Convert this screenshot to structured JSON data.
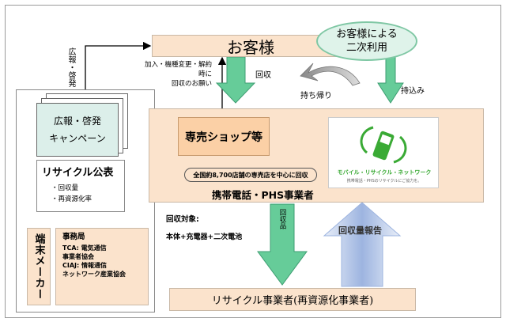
{
  "customer": {
    "title": "お客様"
  },
  "secondary_use": {
    "line1": "お客様による",
    "line2": "二次利用"
  },
  "left_vertical_label": "広報・啓発",
  "request_note": {
    "line1": "加入・機種変更・解約時に",
    "line2": "回収のお願い"
  },
  "collect_label": "回収",
  "take_home_label": "持ち帰り",
  "bring_in_label": "持込み",
  "campaign": {
    "line1": "広報・啓発",
    "line2": "キャンペーン"
  },
  "recycle_public": {
    "title": "リサイクル公表",
    "item1": "・回収量",
    "item2": "・再資源化率"
  },
  "maker_label": "端末メーカー",
  "secretariat": {
    "title": "事務局",
    "tca": "TCA:",
    "tca_name_1": "電気通信",
    "tca_name_2": "事業者協会",
    "ciaj": "CIAJ:",
    "ciaj_name_1": "情報通信",
    "ciaj_name_2": "ネットワーク産業協会"
  },
  "shop": {
    "title": "専売ショップ等"
  },
  "nationwide_note": "全国約8,700店舗の専売店を中心に回収",
  "carrier_label": "携帯電話・PHS事業者",
  "network_logo": {
    "name": "モバイル・リサイクル・ネットワーク",
    "sub": "携帯電話・PHSのリサイクルにご協力を。"
  },
  "collection_target": {
    "label": "回収対象:",
    "items": "本体+充電器+二次電池"
  },
  "collected_goods_label": "回収品",
  "report_label": "回収量報告",
  "recycler_label": "リサイクル事業者(再資源化事業者)",
  "colors": {
    "peach": "#fbe3cc",
    "green_arrow": "#66cc99",
    "blue_arrow": "#b8c9ea",
    "logo_green": "#3aaa35"
  }
}
